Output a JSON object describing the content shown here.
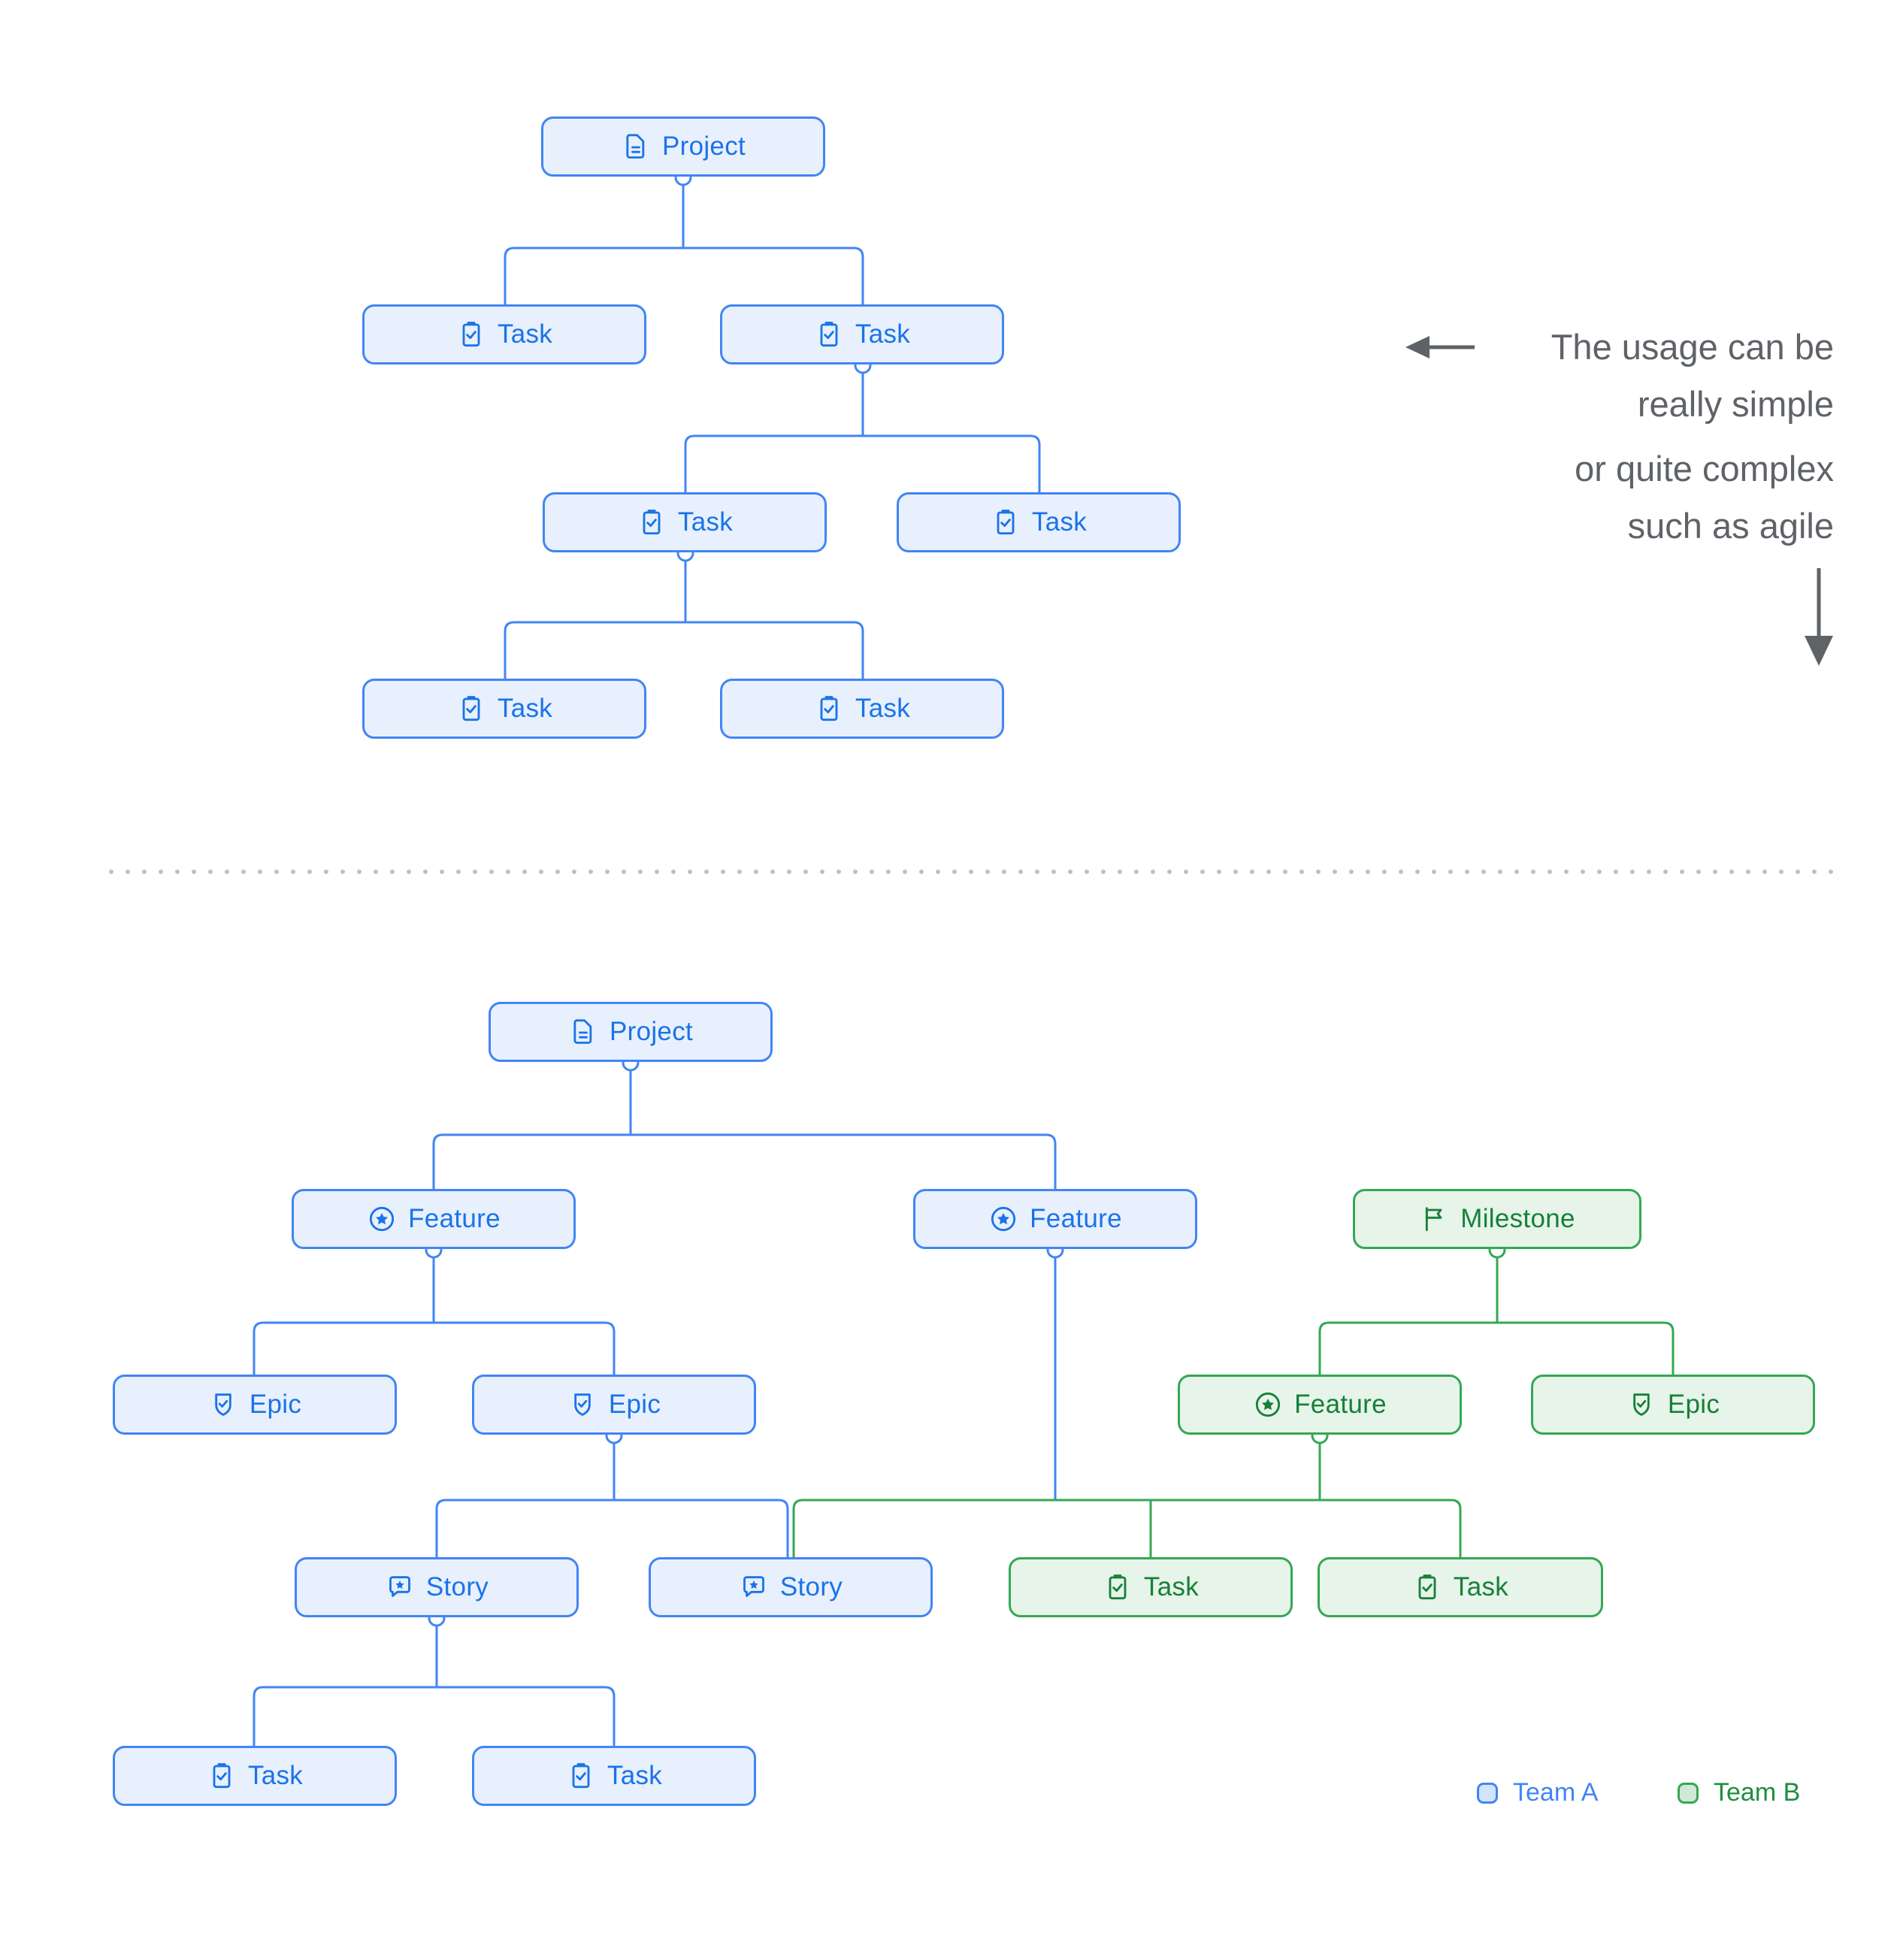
{
  "top_tree": {
    "project": "Project",
    "task_l": "Task",
    "task_r": "Task",
    "task_rl": "Task",
    "task_rr": "Task",
    "task_leaf_l": "Task",
    "task_leaf_r": "Task"
  },
  "bottom_tree": {
    "project": "Project",
    "feature_1": "Feature",
    "feature_2": "Feature",
    "milestone": "Milestone",
    "epic_1": "Epic",
    "epic_2": "Epic",
    "feature_b": "Feature",
    "epic_b": "Epic",
    "story_1": "Story",
    "story_2": "Story",
    "task_b1": "Task",
    "task_b2": "Task",
    "task_leaf_1": "Task",
    "task_leaf_2": "Task"
  },
  "annotation": {
    "line1": "The usage can be",
    "line2": "really simple",
    "line3": "or quite complex",
    "line4": "such as agile"
  },
  "legend": {
    "team_a": "Team A",
    "team_b": "Team B"
  },
  "colors": {
    "team_a_border": "#4285f4",
    "team_a_fill": "#e8f0fe",
    "team_a_text": "#1a73e8",
    "team_b_border": "#34a853",
    "team_b_fill": "#e6f4ea",
    "team_b_text": "#188038",
    "annotation_text": "#5f6368",
    "divider": "#bdc1c6"
  }
}
